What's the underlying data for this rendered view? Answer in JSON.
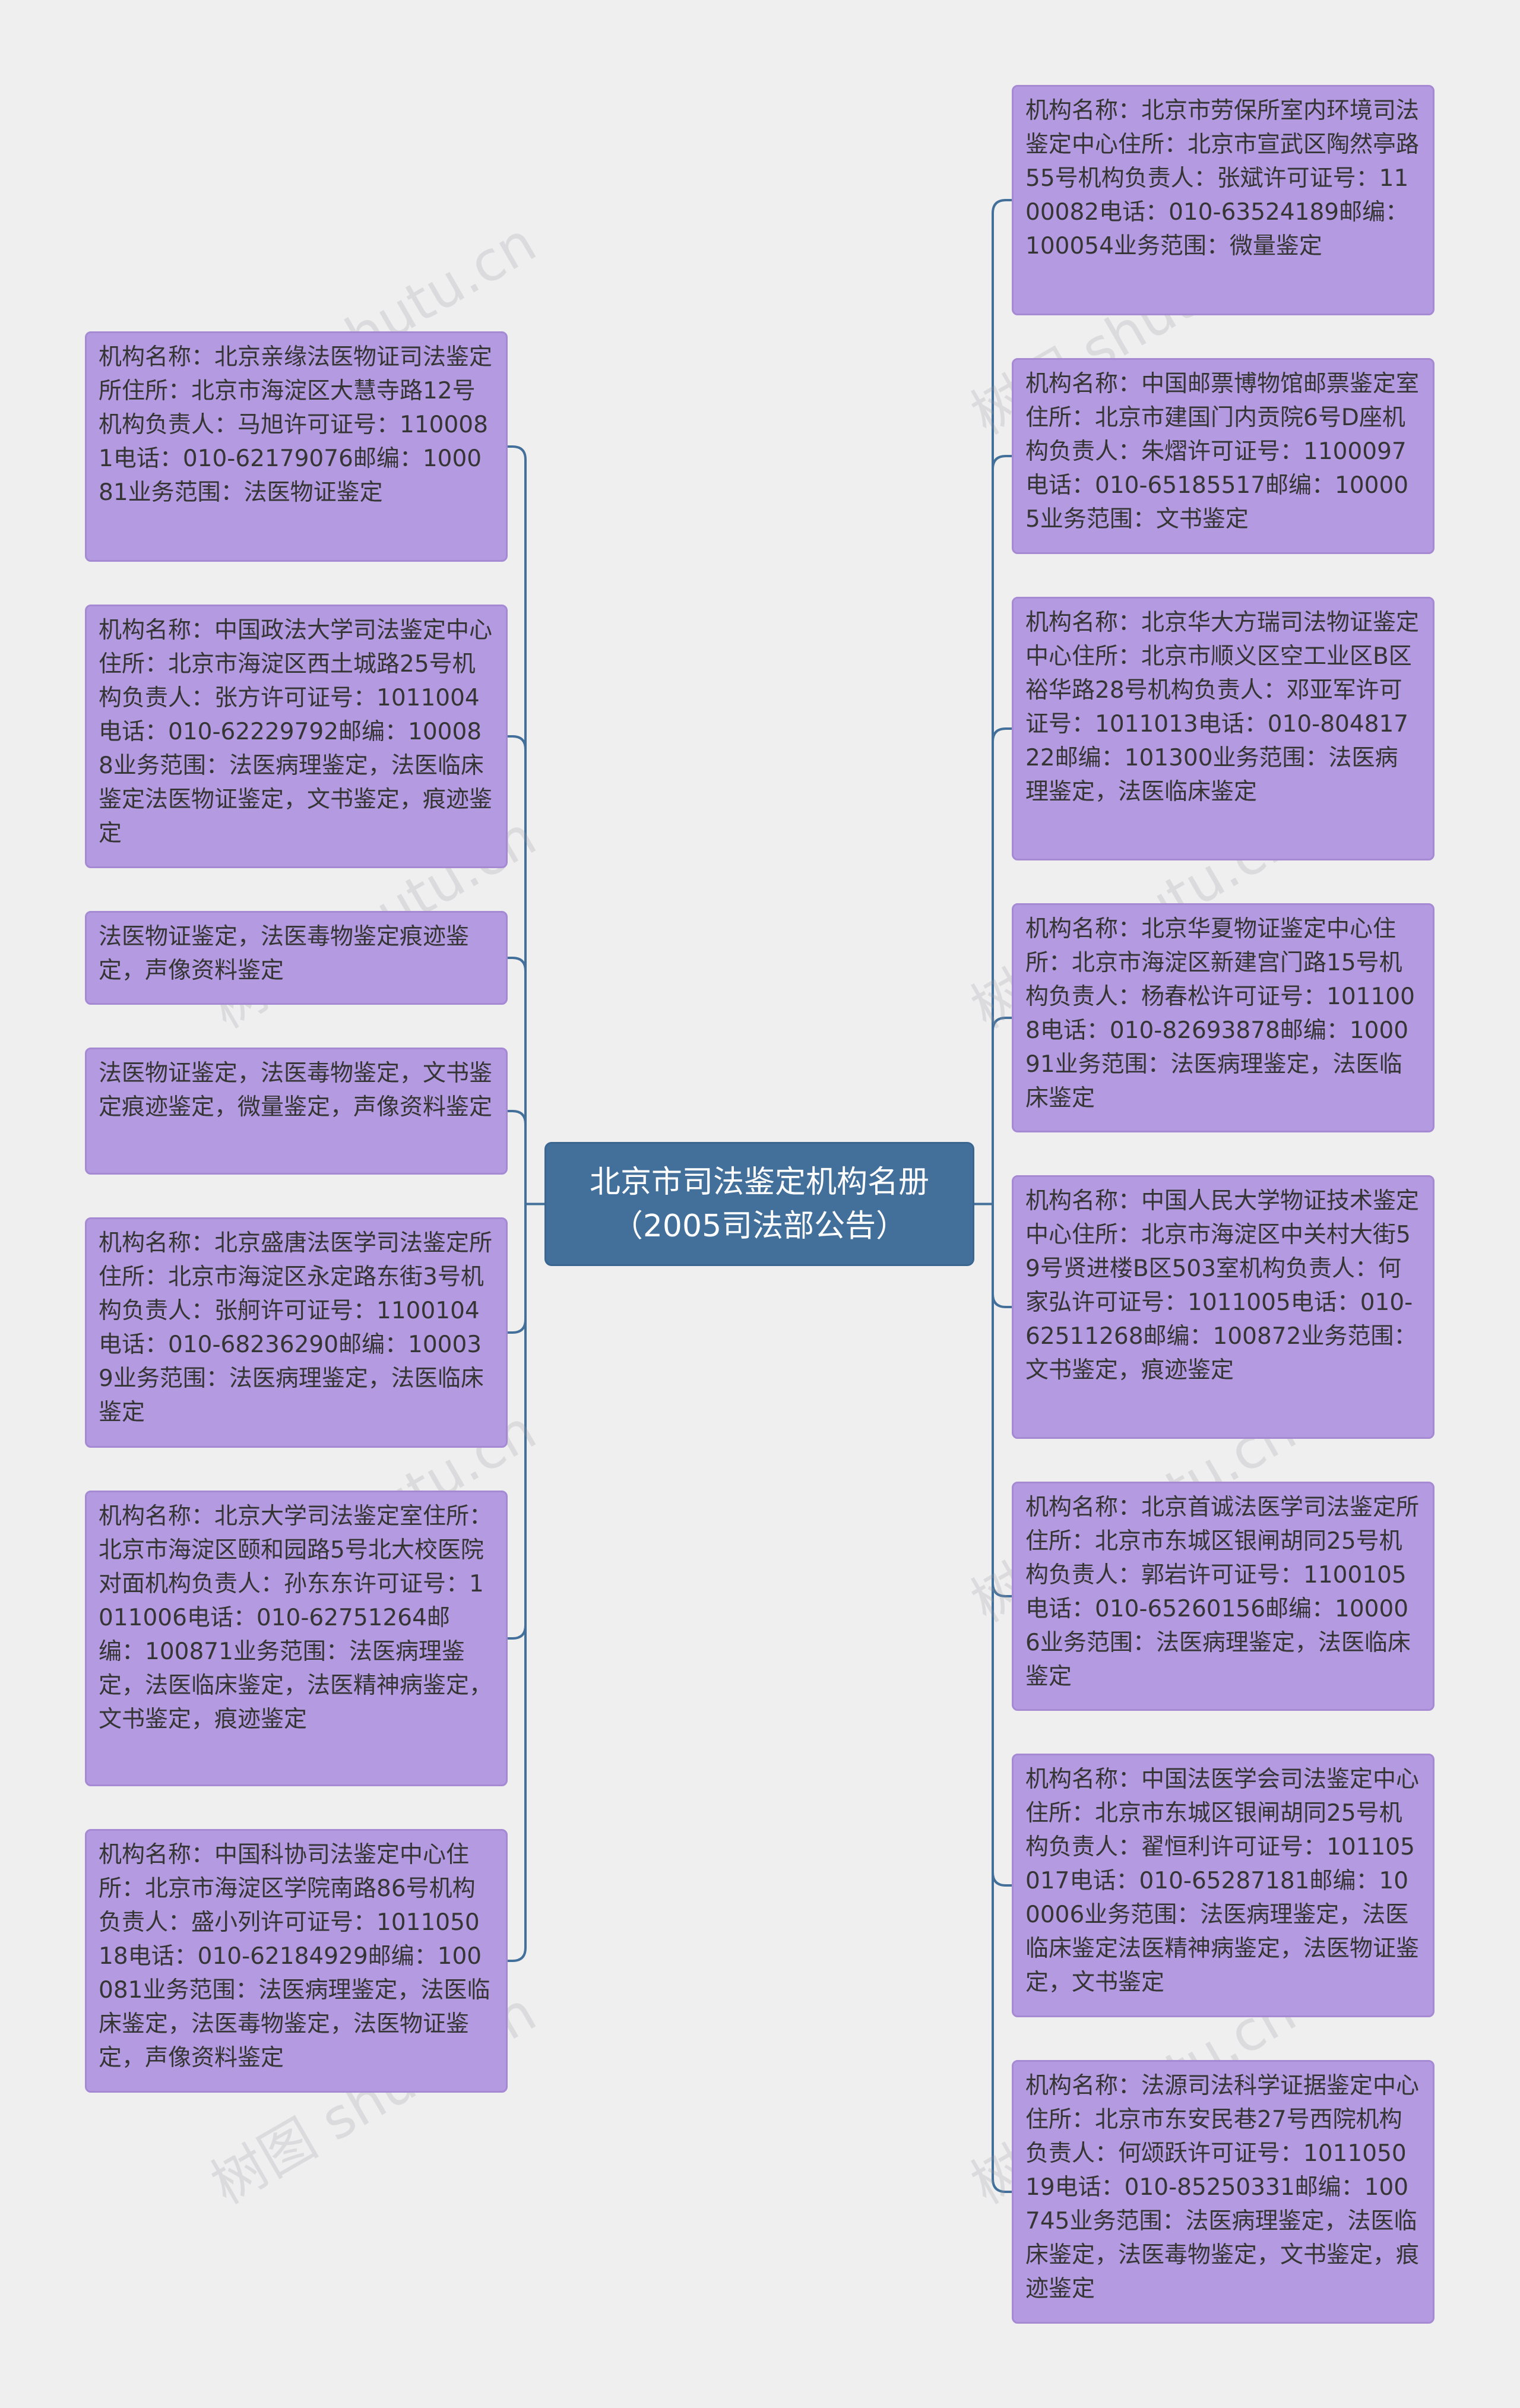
{
  "root": {
    "line1": "北京市司法鉴定机构名册",
    "line2": "（2005司法部公告）"
  },
  "left_nodes": [
    {
      "text": "机构名称：北京亲缘法医物证司法鉴定所住所：北京市海淀区大慧寺路12号机构负责人：马旭许可证号：1100081电话：010-62179076邮编：100081业务范围：法医物证鉴定"
    },
    {
      "text": "机构名称：中国政法大学司法鉴定中心住所：北京市海淀区西土城路25号机构负责人：张方许可证号：1011004电话：010-62229792邮编：100088业务范围：法医病理鉴定，法医临床鉴定法医物证鉴定，文书鉴定，痕迹鉴定"
    },
    {
      "text": "法医物证鉴定，法医毒物鉴定痕迹鉴定，声像资料鉴定"
    },
    {
      "text": "法医物证鉴定，法医毒物鉴定，文书鉴定痕迹鉴定，微量鉴定，声像资料鉴定"
    },
    {
      "text": "机构名称：北京盛唐法医学司法鉴定所住所：北京市海淀区永定路东街3号机构负责人：张舸许可证号：1100104电话：010-68236290邮编：100039业务范围：法医病理鉴定，法医临床鉴定"
    },
    {
      "text": "机构名称：北京大学司法鉴定室住所：北京市海淀区颐和园路5号北大校医院对面机构负责人：孙东东许可证号：1011006电话：010-62751264邮编：100871业务范围：法医病理鉴定，法医临床鉴定，法医精神病鉴定，文书鉴定，痕迹鉴定"
    },
    {
      "text": "机构名称：中国科协司法鉴定中心住所：北京市海淀区学院南路86号机构负责人：盛小列许可证号：101105018电话：010-62184929邮编：100081业务范围：法医病理鉴定，法医临床鉴定，法医毒物鉴定，法医物证鉴定，声像资料鉴定"
    }
  ],
  "right_nodes": [
    {
      "text": "机构名称：北京市劳保所室内环境司法鉴定中心住所：北京市宣武区陶然亭路55号机构负责人：张斌许可证号：1100082电话：010-63524189邮编：100054业务范围：微量鉴定"
    },
    {
      "text": "机构名称：中国邮票博物馆邮票鉴定室住所：北京市建国门内贡院6号D座机构负责人：朱熠许可证号：1100097电话：010-65185517邮编：100005业务范围：文书鉴定"
    },
    {
      "text": "机构名称：北京华大方瑞司法物证鉴定中心住所：北京市顺义区空工业区B区裕华路28号机构负责人：邓亚军许可证号：1011013电话：010-80481722邮编：101300业务范围：法医病理鉴定，法医临床鉴定"
    },
    {
      "text": "机构名称：北京华夏物证鉴定中心住所：北京市海淀区新建宫门路15号机构负责人：杨春松许可证号：1011008电话：010-82693878邮编：100091业务范围：法医病理鉴定，法医临床鉴定"
    },
    {
      "text": "机构名称：中国人民大学物证技术鉴定中心住所：北京市海淀区中关村大街59号贤进楼B区503室机构负责人：何家弘许可证号：1011005电话：010-62511268邮编：100872业务范围：文书鉴定，痕迹鉴定"
    },
    {
      "text": "机构名称：北京首诚法医学司法鉴定所住所：北京市东城区银闸胡同25号机构负责人：郭岩许可证号：1100105电话：010-65260156邮编：100006业务范围：法医病理鉴定，法医临床鉴定"
    },
    {
      "text": "机构名称：中国法医学会司法鉴定中心住所：北京市东城区银闸胡同25号机构负责人：翟恒利许可证号：101105017电话：010-65287181邮编：100006业务范围：法医病理鉴定，法医临床鉴定法医精神病鉴定，法医物证鉴定，文书鉴定"
    },
    {
      "text": "机构名称：法源司法科学证据鉴定中心住所：北京市东安民巷27号西院机构负责人：何颂跃许可证号：101105019电话：010-85250331邮编：100745业务范围：法医病理鉴定，法医临床鉴定，法医毒物鉴定，文书鉴定，痕迹鉴定"
    }
  ],
  "watermark": "树图 shutu.cn",
  "colors": {
    "background": "#efeff0",
    "root_fill": "#43709a",
    "node_fill": "#b49ae0",
    "connector": "#43709a"
  }
}
